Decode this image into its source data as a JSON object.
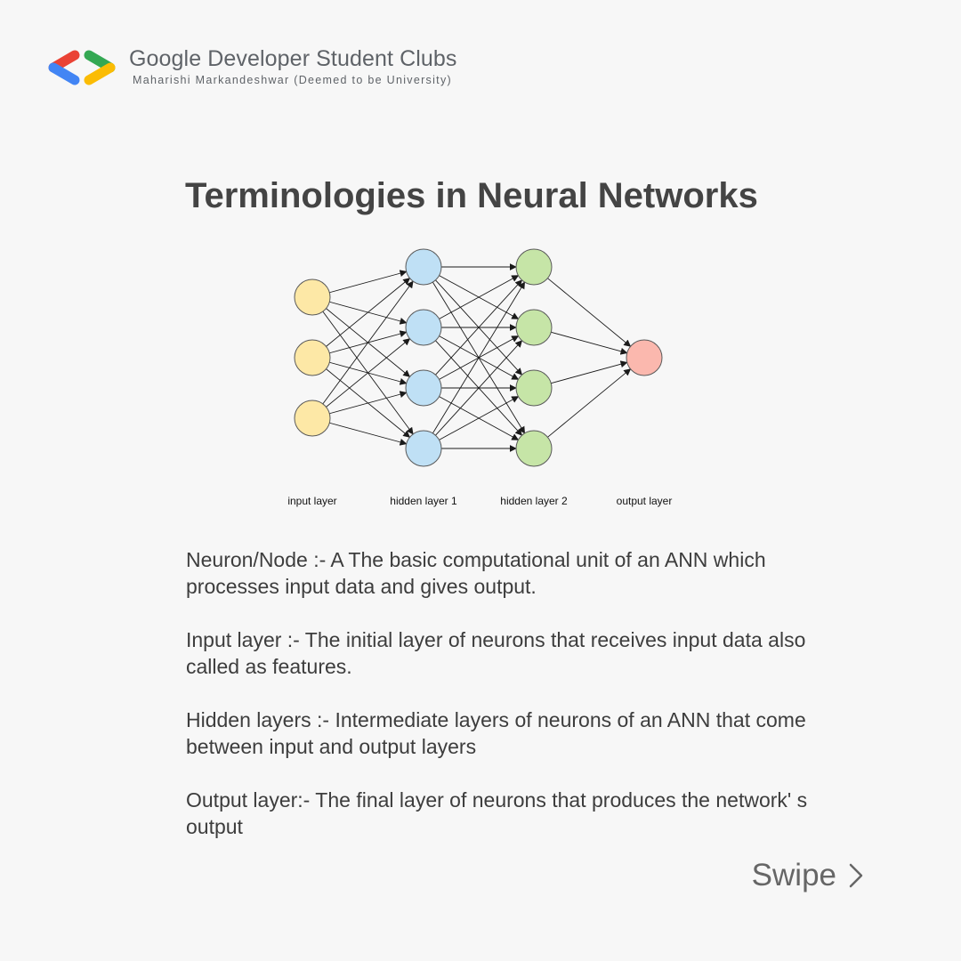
{
  "brand": {
    "name": "Google Developer Student Clubs",
    "chapter": "Maharishi Markandeshwar (Deemed to be University)",
    "logo_colors": {
      "red": "#ea4335",
      "blue": "#4285f4",
      "green": "#34a853",
      "yellow": "#fbbc04"
    }
  },
  "title": "Terminologies in Neural Networks",
  "diagram": {
    "layers": [
      {
        "label": "input layer",
        "nodes": 3,
        "color": "#fde8a6"
      },
      {
        "label": "hidden layer 1",
        "nodes": 4,
        "color": "#bfe0f5"
      },
      {
        "label": "hidden layer 2",
        "nodes": 4,
        "color": "#c6e5a7"
      },
      {
        "label": "output layer",
        "nodes": 1,
        "color": "#fbb8ae"
      }
    ]
  },
  "definitions": [
    {
      "text": "Neuron/Node :- A The basic computational unit of an ANN which processes input data and gives output."
    },
    {
      "text": "Input layer :- The initial layer of neurons that receives input data also called as features."
    },
    {
      "text": "Hidden layers :- Intermediate layers of neurons of an ANN that come between input and output layers"
    },
    {
      "text": "Output layer:- The final layer of neurons that produces the network' s output"
    }
  ],
  "swipe": {
    "label": "Swipe",
    "icon": "chevron-right-icon"
  }
}
